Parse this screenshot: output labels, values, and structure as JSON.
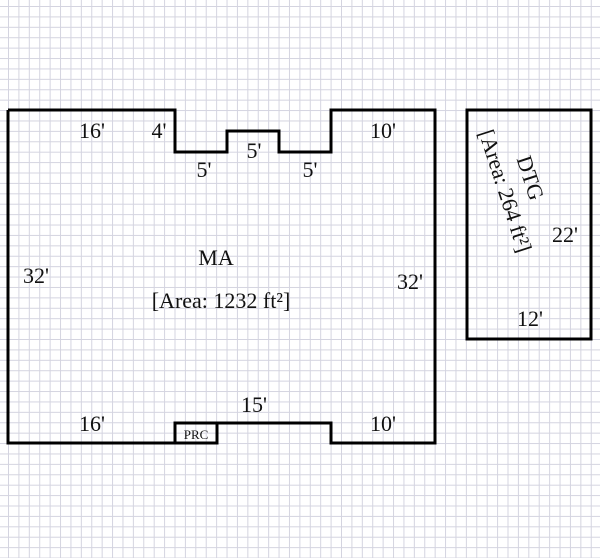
{
  "rooms": [
    {
      "name": "MA",
      "area": "[Area: 1232 ft²]",
      "dims": {
        "top_left": "16'",
        "step_left": "4'",
        "notch_left": "5'",
        "notch_mid": "5'",
        "notch_right": "5'",
        "top_right": "10'",
        "left": "32'",
        "right": "32'",
        "bottom_left": "16'",
        "bottom_mid": "15'",
        "bottom_right": "10'"
      }
    },
    {
      "name": "DTG",
      "area": "[Area: 264 ft²]",
      "dims": {
        "side": "22'",
        "bottom": "12'"
      }
    }
  ],
  "subareas": [
    {
      "name": "PRC"
    }
  ],
  "colors": {
    "wall": "#000000",
    "grid": "#d4d4e0"
  }
}
